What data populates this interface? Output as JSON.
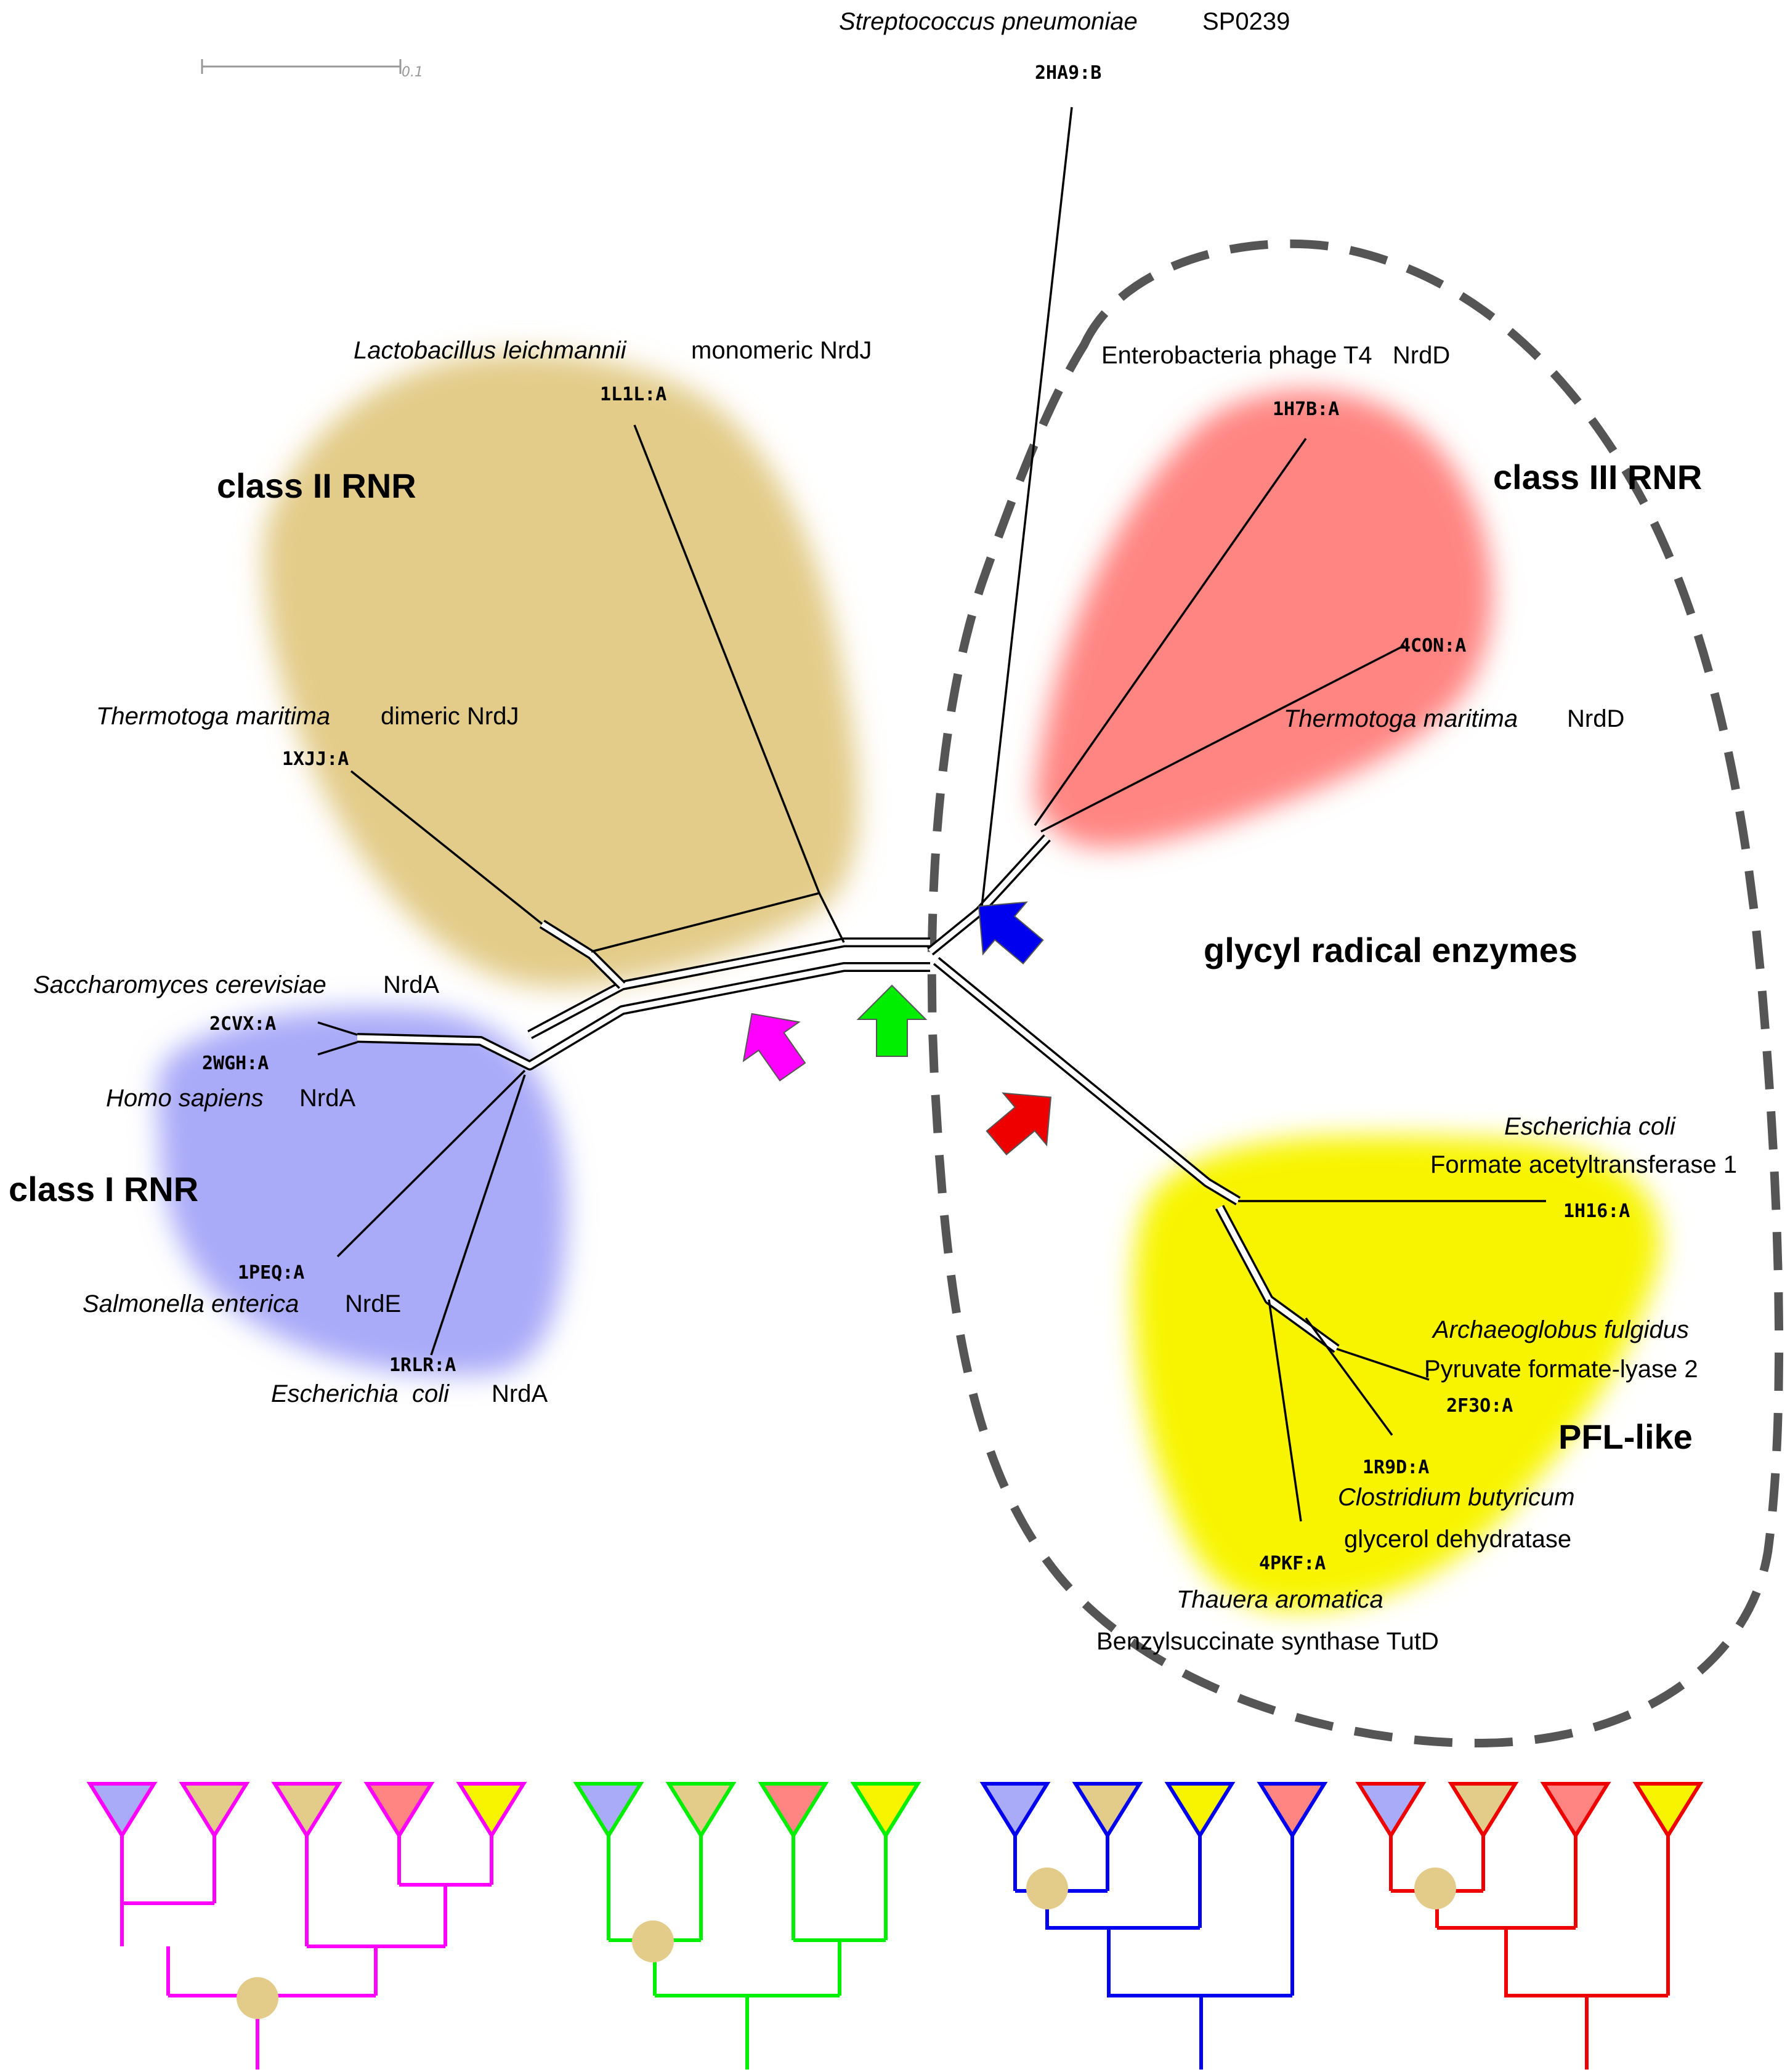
{
  "scale_bar": {
    "value": "0.1"
  },
  "groups": {
    "class_i": {
      "label": "class I RNR",
      "color": "#a9aaf8"
    },
    "class_ii": {
      "label": "class II RNR",
      "color": "#e3cc8a"
    },
    "class_iii": {
      "label": "class III RNR",
      "color": "#ff8582"
    },
    "pfl": {
      "label": "PFL-like",
      "color": "#f8f400"
    },
    "gre": {
      "label": "glycyl radical enzymes"
    }
  },
  "taxa": {
    "2ha9": {
      "id": "2HA9:B",
      "species": "Streptococcus pneumoniae",
      "desc": "SP0239"
    },
    "1l1l": {
      "id": "1L1L:A",
      "species": "Lactobacillus leichmannii",
      "desc": "monomeric NrdJ"
    },
    "1xjj": {
      "id": "1XJJ:A",
      "species": "Thermotoga maritima",
      "desc": "dimeric NrdJ"
    },
    "2cvx": {
      "id": "2CVX:A",
      "species": "Saccharomyces cerevisiae",
      "desc": "NrdA"
    },
    "2wgh": {
      "id": "2WGH:A",
      "species": "Homo sapiens",
      "desc": "NrdA"
    },
    "1peq": {
      "id": "1PEQ:A",
      "species": "Salmonella enterica",
      "desc": "NrdE"
    },
    "1rlr": {
      "id": "1RLR:A",
      "species": "Escherichia  coli",
      "desc": "NrdA"
    },
    "1h7b": {
      "id": "1H7B:A",
      "species": "",
      "desc": "Enterobacteria phage T4   NrdD"
    },
    "4con": {
      "id": "4CON:A",
      "species": "Thermotoga maritima",
      "desc": "NrdD"
    },
    "1h16": {
      "id": "1H16:A",
      "species": "Escherichia coli",
      "desc": "Formate acetyltransferase 1"
    },
    "2f3o": {
      "id": "2F3O:A",
      "species": "Archaeoglobus fulgidus",
      "desc": "Pyruvate formate-lyase 2"
    },
    "1r9d": {
      "id": "1R9D:A",
      "species": "Clostridium butyricum",
      "desc": "glycerol dehydratase"
    },
    "4pkf": {
      "id": "4PKF:A",
      "species": "Thauera aromatica",
      "desc": "Benzylsuccinate synthase TutD"
    }
  },
  "arrows": [
    {
      "name": "magenta",
      "color": "#ff00ff"
    },
    {
      "name": "green",
      "color": "#00ee00"
    },
    {
      "name": "blue",
      "color": "#0000ee"
    },
    {
      "name": "red",
      "color": "#ee0000"
    }
  ],
  "tree_colors": {
    "magenta": "#ff00ff",
    "green": "#00ee00",
    "blue": "#0000ee",
    "red": "#ee0000",
    "root_dot": "#e3cc8a"
  }
}
